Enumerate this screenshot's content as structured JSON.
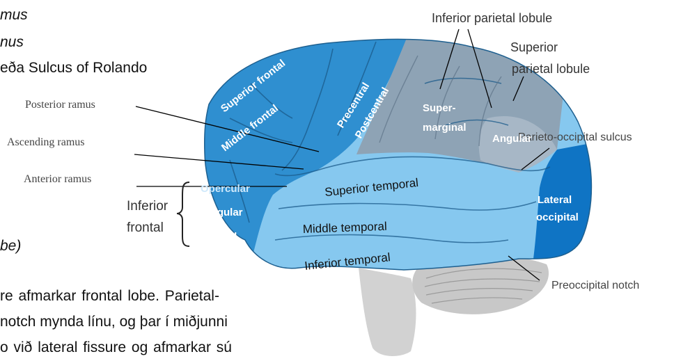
{
  "left_text": {
    "line1": "mus",
    "line2": "nus",
    "line3": "eða Sulcus of Rolando",
    "line4": "be)",
    "para_line1": "re afmarkar frontal lobe.  Parietal-",
    "para_line2": "notch mynda línu, og þar í miðjunni",
    "para_line3": "o við lateral fissure og afmarkar sú"
  },
  "callouts": {
    "posterior_ramus": "Posterior ramus",
    "ascending_ramus": "Ascending ramus",
    "anterior_ramus": "Anterior ramus",
    "inferior_parietal_lobule": "Inferior parietal lobule",
    "superior_parietal_1": "Superior",
    "superior_parietal_2": "parietal lobule",
    "parieto_occipital": "Parieto-occipital sulcus",
    "preoccipital_notch": "Preoccipital notch",
    "inferior_frontal_1": "Inferior",
    "inferior_frontal_2": "frontal"
  },
  "regions": {
    "superior_frontal": "Superior frontal",
    "middle_frontal": "Middle frontal",
    "precentral": "Precentral",
    "postcentral": "Postcentral",
    "supermarginal_1": "Super-",
    "supermarginal_2": "marginal",
    "angular": "Angular",
    "lateral_occipital_1": "Lateral",
    "lateral_occipital_2": "occipital",
    "superior_temporal": "Superior temporal",
    "middle_temporal": "Middle temporal",
    "inferior_temporal": "Inferior temporal",
    "opercular": "Opercular",
    "triangular": "Triangular",
    "orbital": "Orbital"
  },
  "colors": {
    "frontal": "#2f8fd0",
    "parietal": "#8ea3b5",
    "occipital": "#0f74c4",
    "temporal": "#86c8ef",
    "cerebellum": "#c8c8c8",
    "brainstem": "#d2d2d2"
  }
}
